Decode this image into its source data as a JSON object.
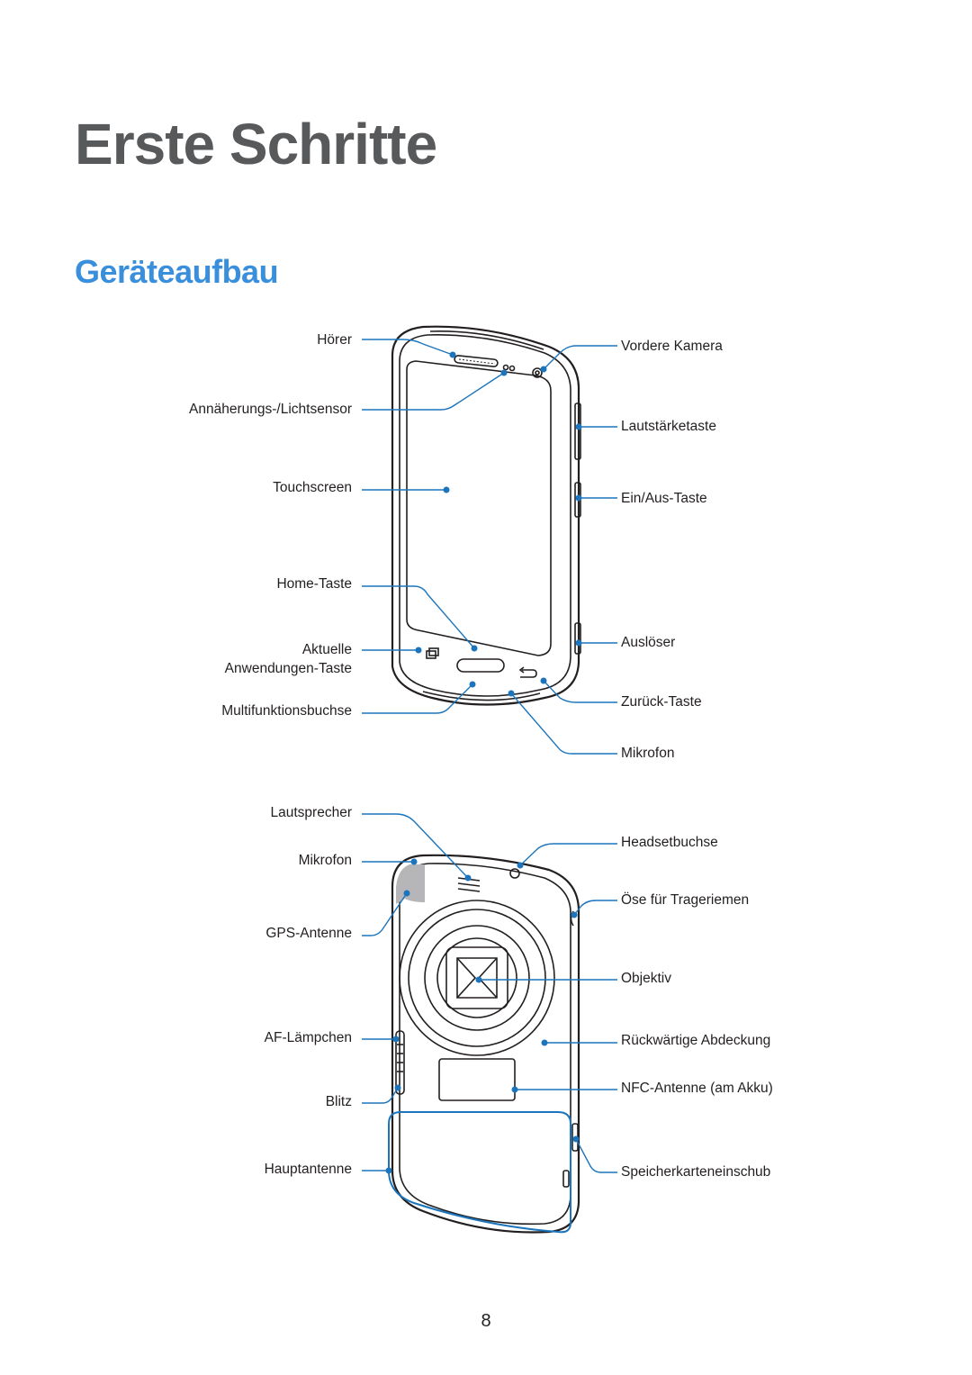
{
  "chapter_title": "Erste Schritte",
  "section_title": "Geräteaufbau",
  "front_labels": {
    "hoerer": "Hörer",
    "annaeherungssensor": "Annäherungs-/Lichtsensor",
    "touchscreen": "Touchscreen",
    "home_taste": "Home-Taste",
    "aktuelle_line1": "Aktuelle",
    "aktuelle_line2": "Anwendungen-Taste",
    "multifunktionsbuchse": "Multifunktionsbuchse",
    "vordere_kamera": "Vordere Kamera",
    "lautstaerketaste": "Lautstärketaste",
    "ein_aus_taste": "Ein/Aus-Taste",
    "ausloeser": "Auslöser",
    "zurueck_taste": "Zurück-Taste",
    "mikrofon": "Mikrofon"
  },
  "back_labels": {
    "lautsprecher": "Lautsprecher",
    "mikrofon": "Mikrofon",
    "gps_antenne": "GPS-Antenne",
    "af_laempchen": "AF-Lämpchen",
    "blitz": "Blitz",
    "hauptantenne": "Hauptantenne",
    "headsetbuchse": "Headsetbuchse",
    "oese": "Öse für Trageriemen",
    "objektiv": "Objektiv",
    "rueckwaertige_abdeckung": "Rückwärtige Abdeckung",
    "nfc_antenne": "NFC-Antenne (am Akku)",
    "speicherkarteneinschub": "Speicherkarteneinschub"
  },
  "page_number": "8",
  "colors": {
    "heading_gray": "#58595b",
    "accent_blue": "#3a8fdc",
    "callout_blue": "#1c75bc",
    "outline": "#231f20"
  }
}
